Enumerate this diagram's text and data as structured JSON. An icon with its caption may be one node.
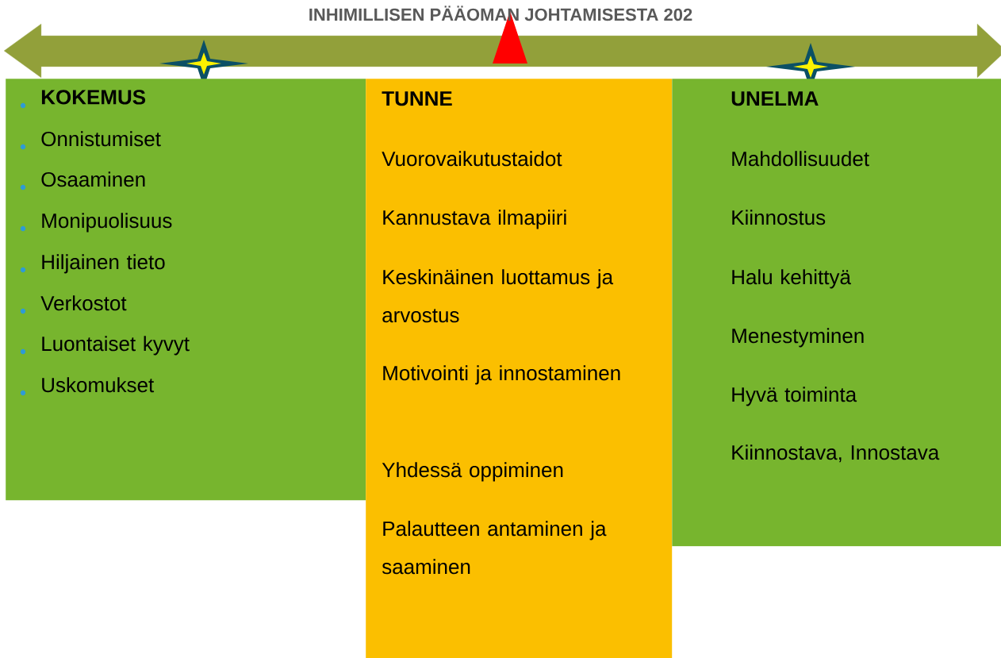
{
  "diagram": {
    "title": "INHIMILLISEN PÄÄOMAN JOHTAMISESTA 202",
    "nodes": [
      {
        "text": [
          "KOKEMUS",
          "Onnistumiset",
          "Osaaminen",
          "Monipuolisuus",
          "Hiljainen tieto",
          "Verkostot",
          "Luontaiset kyvyt",
          "Uskomukset"
        ]
      },
      {
        "text": [
          "TUNNE",
          "Vuorovaikutustaidot",
          "Kannustava ilmapiiri",
          "Keskinäinen luottamus ja arvostus",
          "Motivointi ja innostaminen",
          "Yhdessä oppiminen",
          "Palautteen antaminen ja saaminen"
        ]
      },
      {
        "text": [
          "UNELMA",
          "Mahdollisuudet",
          "Kiinnostus",
          "Halu kehittyä",
          "Menestyminen",
          "Hyvä toiminta",
          "Kiinnostava, Innostava"
        ]
      }
    ]
  }
}
